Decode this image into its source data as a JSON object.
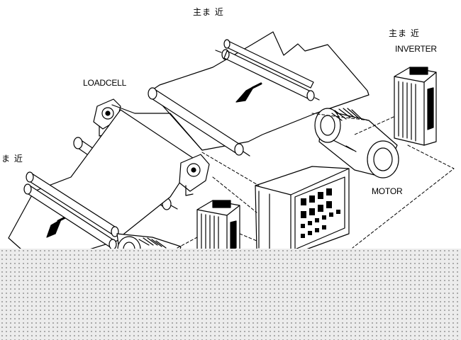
{
  "labels": {
    "top_title": "主ま 近",
    "inverter_title": "主ま 近",
    "inverter": "INVERTER",
    "loadcell": "LOADCELL",
    "left_title": "ま 近",
    "motor": "MOTOR"
  },
  "colors": {
    "line": "#000000",
    "background": "#ffffff",
    "dotted_area": "#ececec"
  }
}
